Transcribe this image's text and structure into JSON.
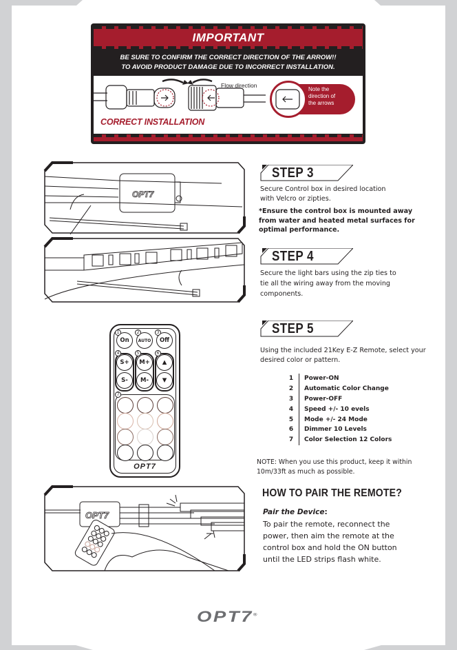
{
  "important": {
    "title": "IMPORTANT",
    "warning_line1": "BE SURE TO CONFIRM THE CORRECT DIRECTION OF THE ARROW!!",
    "warning_line2": "TO AVOID PRODUCT DAMAGE DUE TO INCORRECT INSTALLATION.",
    "flow_label": "Flow direction",
    "note_line1": "Note the",
    "note_line2": "direction of",
    "note_line3": "the arrows",
    "correct_label": "CORRECT INSTALLATION",
    "accent_color": "#a51d2d"
  },
  "steps": [
    {
      "label": "STEP 3",
      "text_line1": "Secure Control box in desired location",
      "text_line2": "with Velcro or zipties.",
      "note_line1": "*Ensure the control box is mounted away",
      "note_line2": "from water and heated metal surfaces for",
      "note_line3": "optimal performance."
    },
    {
      "label": "STEP 4",
      "text_line1": "Secure the light bars using the zip ties to",
      "text_line2": "tie all the wiring away from the moving",
      "text_line3": "components."
    },
    {
      "label": "STEP 5",
      "text_line1": "Using the included 21Key E-Z Remote, select your",
      "text_line2": "desired color or pattern."
    }
  ],
  "legend": [
    {
      "num": "1",
      "label": "Power-ON"
    },
    {
      "num": "2",
      "label": "Automatic Color Change"
    },
    {
      "num": "3",
      "label": "Power-OFF"
    },
    {
      "num": "4",
      "label": "Speed +/-  10 evels"
    },
    {
      "num": "5",
      "label": "Mode +/-  24 Mode"
    },
    {
      "num": "6",
      "label": "Dimmer  10 Levels"
    },
    {
      "num": "7",
      "label": "Color Selection  12 Colors"
    }
  ],
  "note": {
    "line1": "NOTE: When you use this product, keep it within",
    "line2": "10m/33ft as much as possible."
  },
  "pair": {
    "title": "HOW TO PAIR THE REMOTE?",
    "subtitle": "Pair the Device",
    "subtitle_colon": ":",
    "body_line1": "To pair the remote, reconnect the",
    "body_line2": "power, then aim the remote at the",
    "body_line3": "control box and hold the ON button",
    "body_line4": "until the LED strips flash white."
  },
  "remote": {
    "on": "On",
    "auto": "AUTO",
    "off": "Off",
    "speed_up": "S+",
    "speed_down": "S-",
    "mode_up": "M+",
    "mode_down": "M-",
    "brightness_up_icon": "sun-up-icon",
    "brightness_down_icon": "sun-down-icon",
    "nums": [
      "1",
      "2",
      "3",
      "4",
      "5",
      "6",
      "7"
    ],
    "logo": "OPT7"
  },
  "illustrations": {
    "control_box_logo": "OPT7",
    "pair_box_logo": "OPT7"
  },
  "footer": {
    "logo": "OPT7",
    "trademark": "®"
  }
}
